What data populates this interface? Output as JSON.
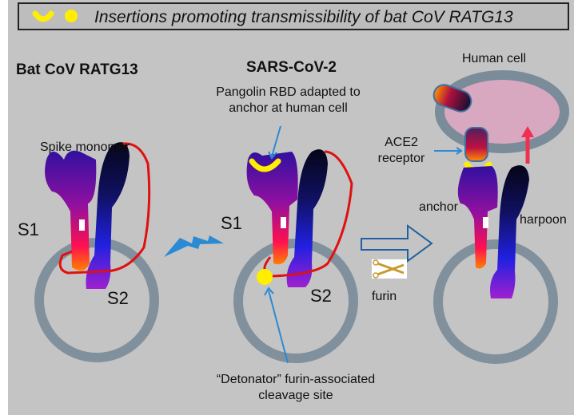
{
  "legend": {
    "text": "Insertions promoting transmissibility of bat CoV RATG13",
    "icons": [
      "yellow-arc-icon",
      "yellow-dot-icon"
    ]
  },
  "panels": {
    "bat": {
      "title": "Bat CoV RATG13",
      "spike_label": "Spike monomer",
      "s1": "S1",
      "s2": "S2"
    },
    "sars": {
      "title": "SARS-CoV-2",
      "rbd_note_line1": "Pangolin RBD adapted to",
      "rbd_note_line2": "anchor at human cell",
      "s1": "S1",
      "s2": "S2",
      "cleavage_line1": "“Detonator” furin-associated",
      "cleavage_line2": "cleavage site"
    },
    "human": {
      "cell_label": "Human cell",
      "ace2_line1": "ACE2",
      "ace2_line2": "receptor",
      "anchor": "anchor",
      "harpoon": "harpoon"
    }
  },
  "furin_label": "furin",
  "colors": {
    "background": "#c4c4c4",
    "membrane": "#7a8b99",
    "insertion": "#ffee00",
    "loop": "#e01010",
    "arrow_blue": "#2a8ad4",
    "cell_fill": "#d8a8c0"
  }
}
